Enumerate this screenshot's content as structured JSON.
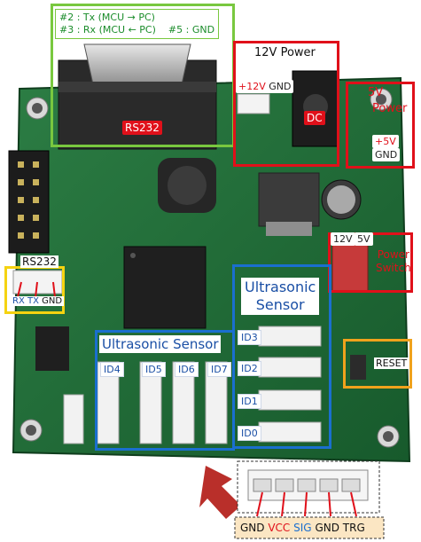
{
  "rs232_pins": {
    "line1": "#2 : Tx (MCU → PC)",
    "line2": "#3 : Rx (MCU ← PC)",
    "line3": "#5 : GND"
  },
  "rs232_label": "RS232",
  "power12": {
    "title": "12V Power",
    "plus12": "+12V",
    "gnd": "GND",
    "dc": "DC"
  },
  "power5": {
    "title_line1": "5V",
    "title_line2": "Power",
    "plus5": "+5V",
    "gnd": "GND"
  },
  "power_switch": {
    "v12": "12V",
    "v5": "5V",
    "line1": "Power",
    "line2": "Switch"
  },
  "rs232_header": {
    "title": "RS232",
    "rx": "RX",
    "tx": "TX",
    "gnd": "GND"
  },
  "ultrasonic_right": {
    "line1": "Ultrasonic",
    "line2": "Sensor"
  },
  "ultrasonic_bottom": "Ultrasonic Sensor",
  "ids": [
    "ID4",
    "ID5",
    "ID6",
    "ID7",
    "ID3",
    "ID2",
    "ID1",
    "ID0"
  ],
  "reset": "RESET",
  "pinout": [
    "GND",
    "VCC",
    "SIG",
    "GND",
    "TRG"
  ],
  "colors": {
    "red": "#e0101a",
    "yellow": "#f5d311",
    "blue": "#1a6fcf",
    "green": "#79c83f",
    "orange": "#f0a21c",
    "pcb": "#1f6b35",
    "vcc": "#e0101a",
    "sig": "#1a6fcf"
  }
}
